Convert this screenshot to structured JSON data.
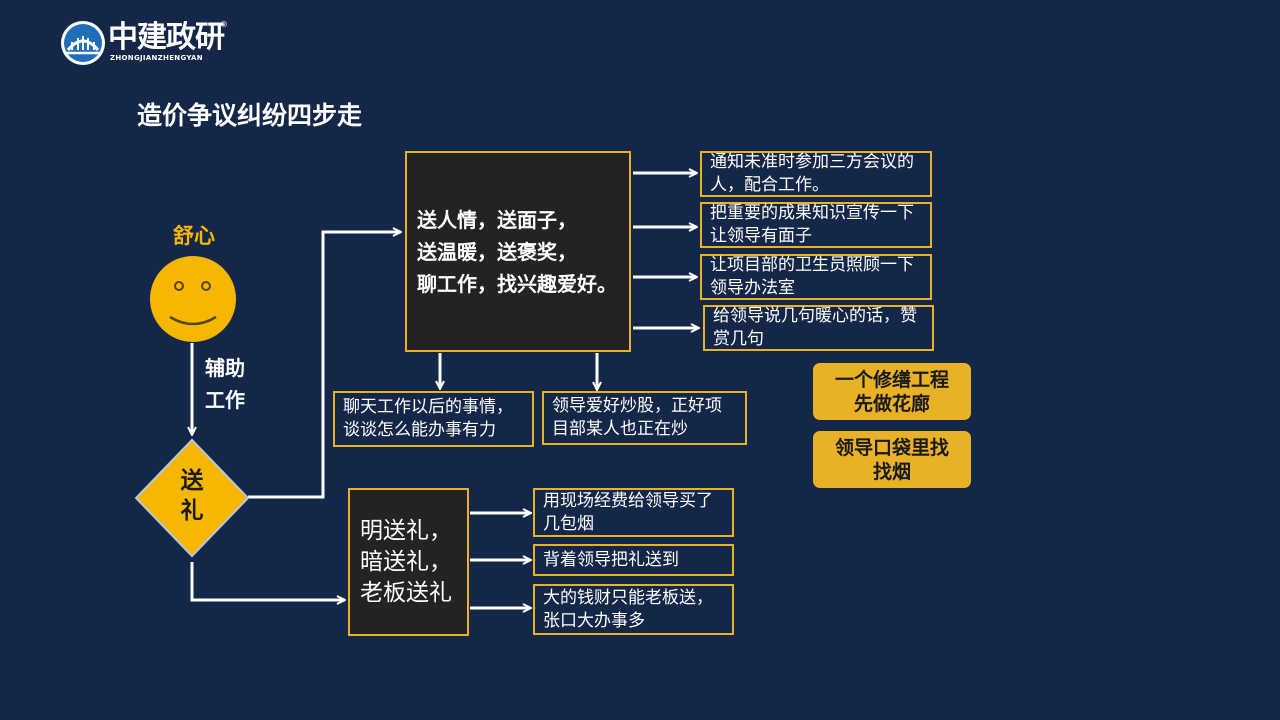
{
  "logo": {
    "text": "中建政研",
    "sub": "ZHONGJIANZHENGYAN",
    "registered": "®"
  },
  "title": "造价争议纠纷四步走",
  "smiley_label": "舒心",
  "assist_label": [
    "辅助",
    "工作"
  ],
  "diamond_label": "送\n礼",
  "main_box_1": "送人情，送面子，\n送温暖，送褒奖，\n聊工作，找兴趣爱好。",
  "main_box_2": "明送礼，\n暗送礼，\n老板送礼",
  "right_boxes": [
    "通知未准时参加三方会议的人，配合工作。",
    "把重要的成果知识宣传一下让领导有面子",
    "让项目部的卫生员照顾一下领导办法室",
    "给领导说几句暖心的话，赞赏几句"
  ],
  "bottom_boxes": [
    "聊天工作以后的事情，谈谈怎么能办事有力",
    "领导爱好炒股，正好项目部某人也正在炒"
  ],
  "gift_boxes": [
    "用现场经费给领导买了几包烟",
    "背着领导把礼送到",
    "大的钱财只能老板送，张口大办事多"
  ],
  "pills": [
    "一个修缮工程\n先做花廊",
    "领导口袋里找\n找烟"
  ],
  "colors": {
    "background": "#152749",
    "accent": "#e9b226",
    "box_dark": "#232323"
  }
}
